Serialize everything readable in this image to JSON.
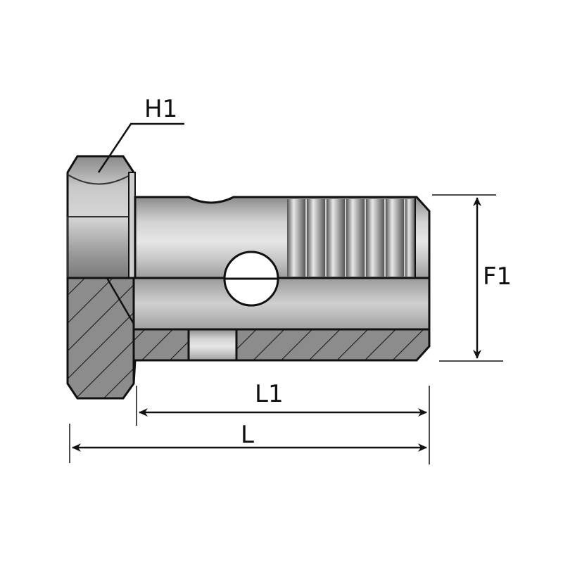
{
  "drawing": {
    "subject": "banjo bolt",
    "labels": {
      "hex_size": "H1",
      "thread": "F1",
      "shank_length": "L1",
      "total_length": "L"
    }
  },
  "colors": {
    "steel_light": "#d9d9d9",
    "steel_mid": "#a6a6a6",
    "steel_dark": "#6e6e6e",
    "section_hatch": "#1a1a1a",
    "outline": "#111111",
    "bore": "#ffffff"
  }
}
